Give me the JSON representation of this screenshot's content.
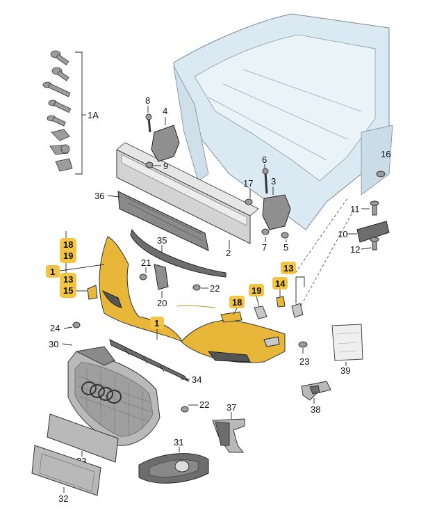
{
  "labels": {
    "p1A": "1A",
    "p1_top": "1",
    "p1_left": "1",
    "p2": "2",
    "p3": "3",
    "p4": "4",
    "p5": "5",
    "p6": "6",
    "p7": "7",
    "p8": "8",
    "p9": "9",
    "p10": "10",
    "p11": "11",
    "p12": "12",
    "p13_left": "13",
    "p13_right": "13",
    "p14": "14",
    "p15": "15",
    "p16": "16",
    "p17": "17",
    "p18_left": "18",
    "p18_mid": "18",
    "p19_left": "19",
    "p19_mid": "19",
    "p21": "21",
    "p20": "20",
    "p22_top": "22",
    "p22_bot": "22",
    "p23": "23",
    "p24": "24",
    "p30": "30",
    "p31": "31",
    "p32": "32",
    "p33": "33",
    "p34": "34",
    "p35": "35",
    "p36": "36",
    "p37": "37",
    "p38": "38",
    "p39": "39"
  },
  "colors": {
    "highlight": "#f2c443",
    "bumper": "#e8b73a",
    "body_blue": "#dbe9f2",
    "grey_part": "#b9b9b9",
    "dark_part": "#6d6d6d"
  }
}
